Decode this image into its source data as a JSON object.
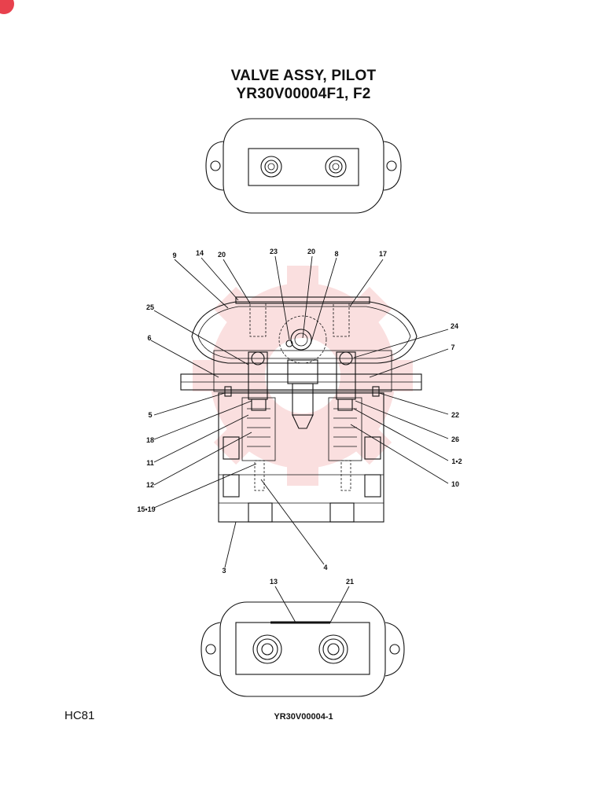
{
  "title_line1": "VALVE ASSY, PILOT",
  "title_line2": "YR30V00004F1, F2",
  "footer_left": "HC81",
  "footer_center": "YR30V00004-1",
  "watermark_color": "#f7c6c6",
  "callouts": [
    "9",
    "14",
    "20",
    "23",
    "20",
    "8",
    "17",
    "25",
    "24",
    "6",
    "7",
    "5",
    "22",
    "18",
    "26",
    "11",
    "1•2",
    "12",
    "10",
    "15•19",
    "3",
    "4",
    "13",
    "21"
  ]
}
